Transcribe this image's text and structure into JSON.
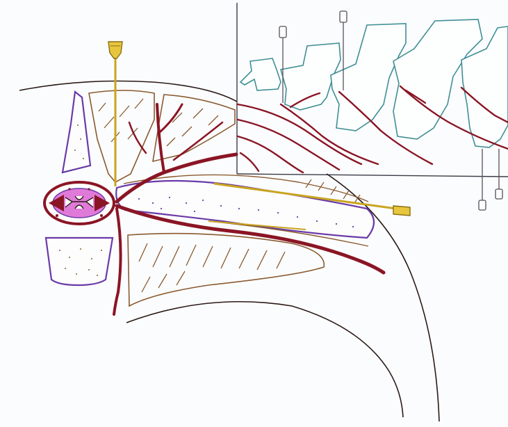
{
  "figure": {
    "kind": "hand-drawn anatomical illustration",
    "printed_text": []
  },
  "elements": {
    "cross_section": "cross-section-view",
    "inset": "lateral-spine-inset",
    "needle_main": "vertical-needle",
    "needle_oblique": "oblique-needle",
    "spinal_cord": "spinal-cord-section",
    "vertebral_body": "vertebral-body",
    "spinous_process": "spinous-process",
    "psoas": "psoas-muscle",
    "nerve": "nerve-root"
  },
  "colors": {
    "paper": "#fbfcfe",
    "ink": "#2a1a16",
    "nerve": "#8a1524",
    "muscle": "#8a5a2e",
    "bone": "#6a3aa8",
    "needle": "#c9a51f",
    "inset_bone": "#3f8f94",
    "cord_pink": "#e07ad8"
  }
}
